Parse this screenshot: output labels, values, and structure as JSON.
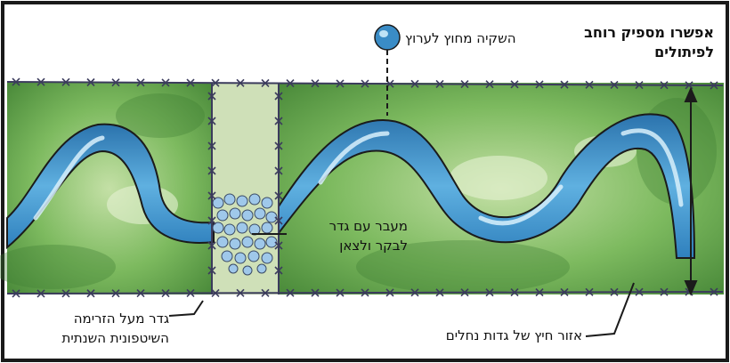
{
  "labels": {
    "width_title_line1": "אפשרו מספיק רוחב",
    "width_title_line2": "לפיתולים",
    "irrigation": "השקיה מחוץ לערוץ",
    "crossing_line1": "מעבר עם גדר",
    "crossing_line2": "לבקר ולצאן",
    "fence_line1": "גדר מעל הזרימה",
    "fence_line2": "השיטפונית השנתית",
    "buffer_zone": "אזור חיץ של גדות נחלים"
  },
  "colors": {
    "frame": "#1a1a1a",
    "background": "#ffffff",
    "grass_light": "#a9cf8c",
    "grass": "#6fae55",
    "grass_dark": "#3f7f34",
    "crossing_strip": "#cfe0b8",
    "water": "#3a8cc6",
    "water_light": "#9fd0ec",
    "water_dark": "#1f5f94",
    "fence": "#3b3b5c",
    "stones": "#9fc8ea"
  }
}
